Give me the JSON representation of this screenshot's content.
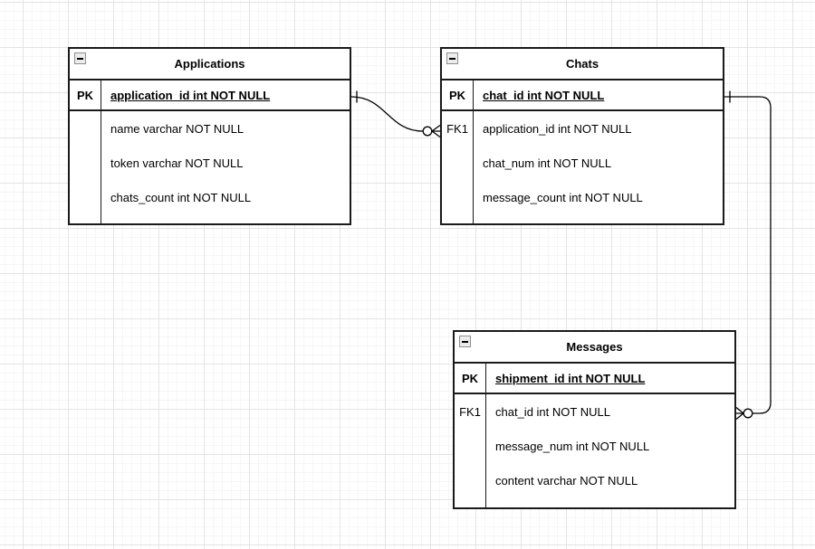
{
  "diagram": {
    "type": "entity-relationship",
    "entities": [
      {
        "title": "Applications",
        "primary_key": {
          "label": "PK",
          "field": "application_id int NOT NULL"
        },
        "rows": [
          {
            "key": "",
            "field": "name varchar NOT NULL"
          },
          {
            "key": "",
            "field": "token varchar NOT NULL"
          },
          {
            "key": "",
            "field": "chats_count int NOT NULL"
          }
        ]
      },
      {
        "title": "Chats",
        "primary_key": {
          "label": "PK",
          "field": "chat_id int NOT NULL"
        },
        "rows": [
          {
            "key": "FK1",
            "field": "application_id int NOT NULL"
          },
          {
            "key": "",
            "field": "chat_num int NOT NULL"
          },
          {
            "key": "",
            "field": "message_count int NOT NULL"
          }
        ]
      },
      {
        "title": "Messages",
        "primary_key": {
          "label": "PK",
          "field": "shipment_id int NOT NULL"
        },
        "rows": [
          {
            "key": "FK1",
            "field": "chat_id int NOT NULL"
          },
          {
            "key": "",
            "field": "message_num int NOT NULL"
          },
          {
            "key": "",
            "field": "content varchar NOT NULL"
          }
        ]
      }
    ],
    "relationships": [
      {
        "from_entity": "Applications",
        "from_field": "application_id",
        "to_entity": "Chats",
        "to_field": "application_id",
        "from_cardinality": "one",
        "to_cardinality": "zero-or-many"
      },
      {
        "from_entity": "Chats",
        "from_field": "chat_id",
        "to_entity": "Messages",
        "to_field": "chat_id",
        "from_cardinality": "one",
        "to_cardinality": "zero-or-many"
      }
    ],
    "icons": {
      "collapse": "minus-icon"
    },
    "colors": {
      "entity_border": "#1a1a1a",
      "entity_background": "#ffffff",
      "grid_minor": "#f6f6f6",
      "grid_major": "#e4e4e4",
      "text": "#000000"
    }
  }
}
